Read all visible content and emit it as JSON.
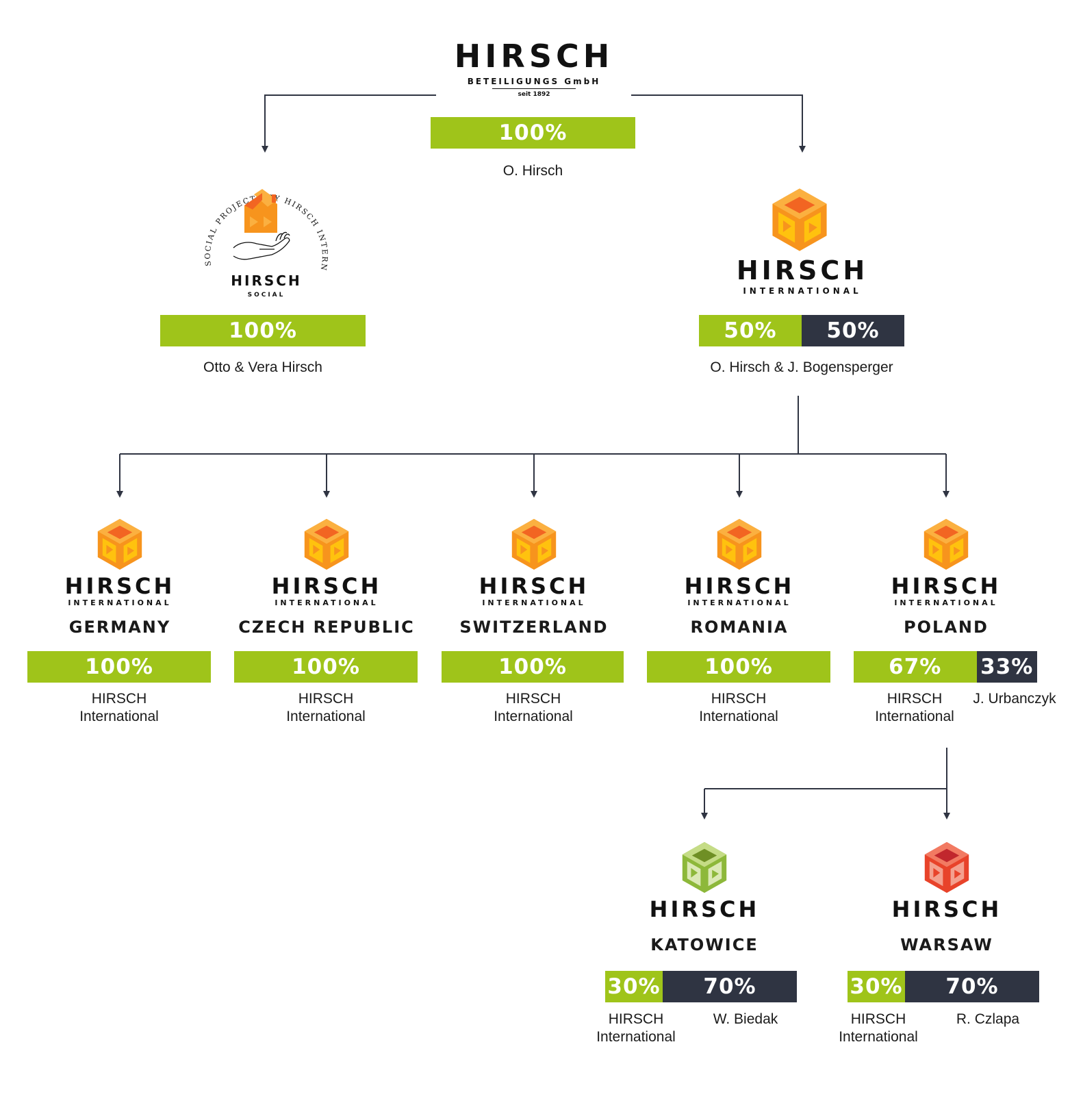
{
  "top": {
    "logo": {
      "name": "HIRSCH",
      "sub": "BETEILIGUNGS GmbH",
      "since": "seit 1892"
    },
    "bar": [
      {
        "label": "100%",
        "value": 100,
        "color": "#9fc41a"
      }
    ],
    "owner": "O. Hirsch"
  },
  "social": {
    "arc_text": "SOCIAL PROJECTS BY HIRSCH INTERNATIONAL",
    "logo": {
      "name": "HIRSCH",
      "sub": "SOCIAL"
    },
    "bar": [
      {
        "label": "100%",
        "value": 100,
        "color": "#9fc41a"
      }
    ],
    "owner": "Otto & Vera Hirsch"
  },
  "international": {
    "logo": {
      "name": "HIRSCH",
      "sub": "INTERNATIONAL"
    },
    "bar": [
      {
        "label": "50%",
        "value": 50,
        "color": "#9fc41a"
      },
      {
        "label": "50%",
        "value": 50,
        "color": "#2f3442"
      }
    ],
    "owner": "O. Hirsch &  J. Bogensperger"
  },
  "countries": [
    {
      "logo_name": "HIRSCH",
      "logo_sub": "INTERNATIONAL",
      "country": "GERMANY",
      "bar": [
        {
          "label": "100%",
          "value": 100
        }
      ],
      "owners": [
        "HIRSCH\nInternational"
      ]
    },
    {
      "logo_name": "HIRSCH",
      "logo_sub": "INTERNATIONAL",
      "country": "CZECH REPUBLIC",
      "bar": [
        {
          "label": "100%",
          "value": 100
        }
      ],
      "owners": [
        "HIRSCH\nInternational"
      ]
    },
    {
      "logo_name": "HIRSCH",
      "logo_sub": "INTERNATIONAL",
      "country": "SWITZERLAND",
      "bar": [
        {
          "label": "100%",
          "value": 100
        }
      ],
      "owners": [
        "HIRSCH\nInternational"
      ]
    },
    {
      "logo_name": "HIRSCH",
      "logo_sub": "INTERNATIONAL",
      "country": "ROMANIA",
      "bar": [
        {
          "label": "100%",
          "value": 100
        }
      ],
      "owners": [
        "HIRSCH\nInternational"
      ]
    },
    {
      "logo_name": "HIRSCH",
      "logo_sub": "INTERNATIONAL",
      "country": "POLAND",
      "bar": [
        {
          "label": "67%",
          "value": 67
        },
        {
          "label": "33%",
          "value": 33
        }
      ],
      "owners": [
        "HIRSCH\nInternational",
        "J. Urbanczyk"
      ]
    }
  ],
  "cities": [
    {
      "logo_name": "HIRSCH",
      "city": "KATOWICE",
      "cube_color": "#8db83a",
      "bar": [
        {
          "label": "30%",
          "value": 30
        },
        {
          "label": "70%",
          "value": 70
        }
      ],
      "owners": [
        "HIRSCH\nInternational",
        "W. Biedak"
      ]
    },
    {
      "logo_name": "HIRSCH",
      "city": "WARSAW",
      "cube_color": "#e8432a",
      "bar": [
        {
          "label": "30%",
          "value": 30
        },
        {
          "label": "70%",
          "value": 70
        }
      ],
      "owners": [
        "HIRSCH\nInternational",
        "R. Czlapa"
      ]
    }
  ],
  "colors": {
    "green": "#9fc41a",
    "dark": "#2f3442",
    "orange": "#f7941d",
    "line": "#2f3442"
  },
  "icons": [
    "orange-cube-icon",
    "green-cube-icon",
    "red-cube-icon",
    "house-icon",
    "hand-icon"
  ]
}
